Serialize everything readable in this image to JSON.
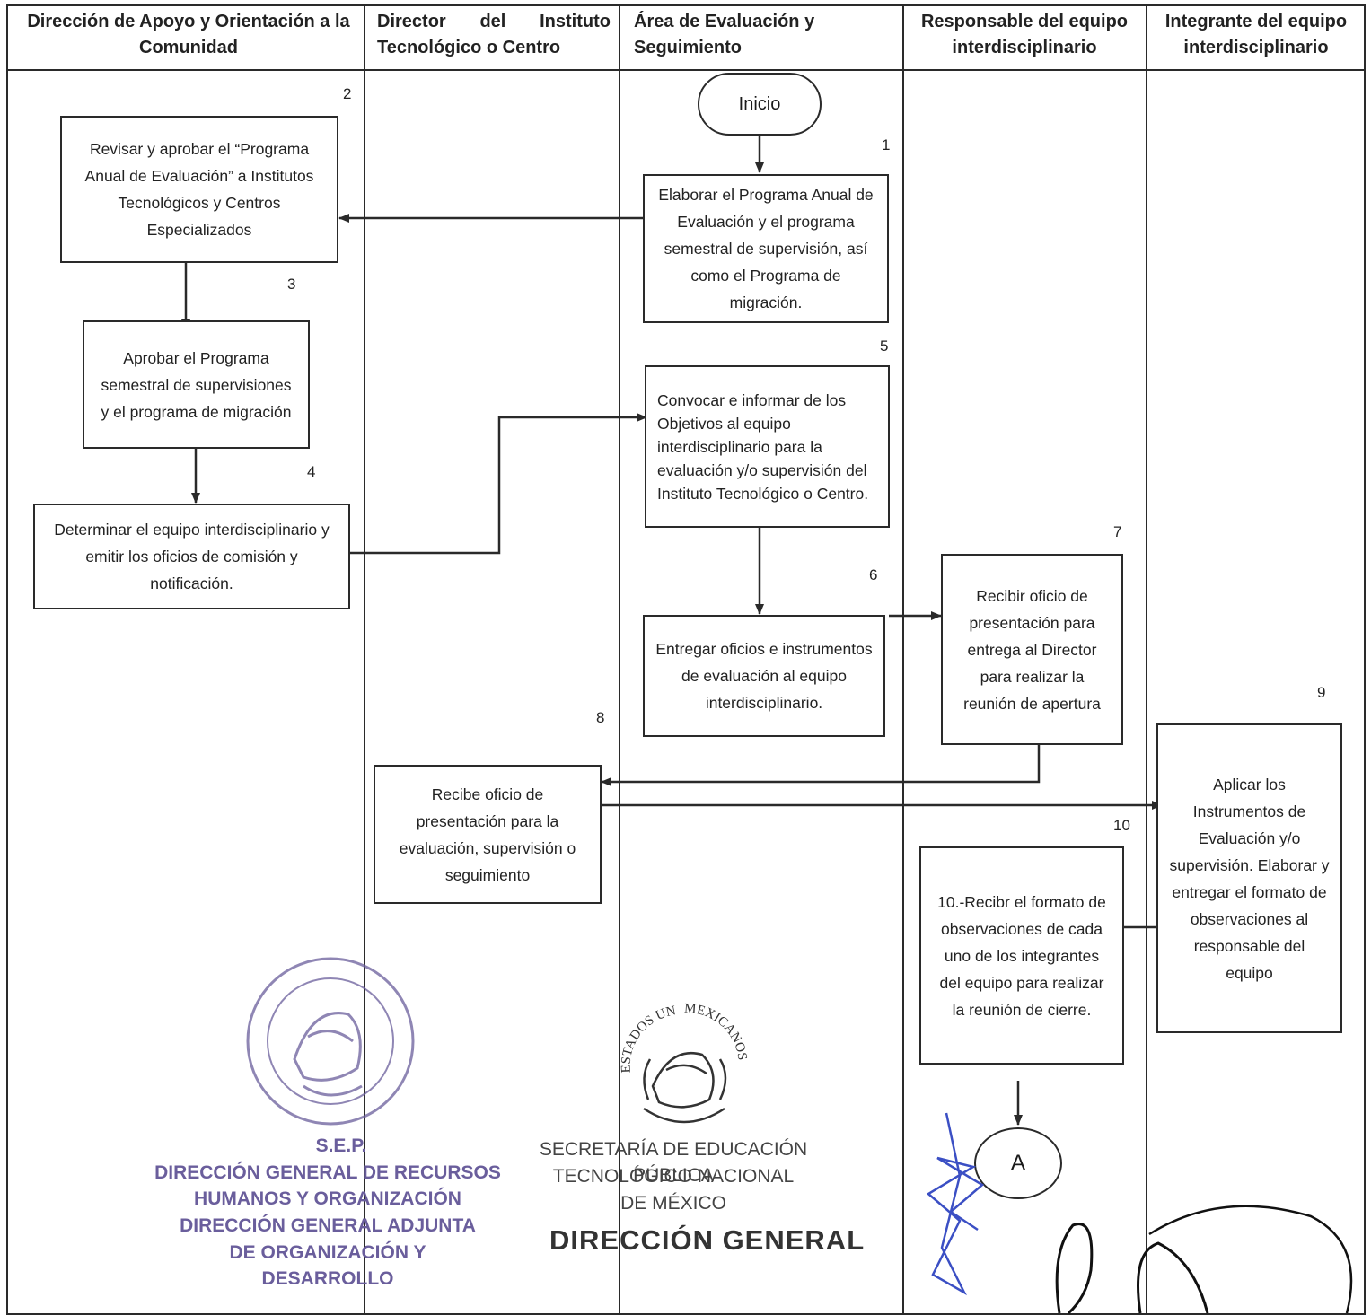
{
  "lanes": [
    {
      "id": "dac",
      "header": "Dirección de Apoyo  y Orientación a la Comunidad"
    },
    {
      "id": "dir",
      "header": "Director     del     Instituto Tecnológico o Centro"
    },
    {
      "id": "aes",
      "header": "Área de Evaluación y Seguimiento"
    },
    {
      "id": "rei",
      "header": "Responsable del equipo interdisciplinario"
    },
    {
      "id": "iei",
      "header": "Integrante del equipo interdisciplinario"
    }
  ],
  "start": {
    "label": "Inicio"
  },
  "steps": [
    {
      "num": "1",
      "text": "Elaborar el  Programa Anual de Evaluación y el programa semestral de supervisión, así como el Programa de migración."
    },
    {
      "num": "2",
      "text": "Revisar y aprobar el “Programa Anual de Evaluación” a Institutos Tecnológicos  y Centros Especializados"
    },
    {
      "num": "3",
      "text": "Aprobar el Programa semestral de supervisiones y el programa de migración"
    },
    {
      "num": "4",
      "text": "Determinar el equipo interdisciplinario y emitir los oficios de comisión y notificación."
    },
    {
      "num": "5",
      "text": "Convocar  e informar  de los Objetivos al equipo interdisciplinario  para la evaluación y/o supervisión del Instituto Tecnológico o Centro."
    },
    {
      "num": "6",
      "text": "Entregar oficios e instrumentos de evaluación al equipo interdisciplinario."
    },
    {
      "num": "7",
      "text": "Recibir  oficio de presentación para entrega al Director para realizar la reunión de apertura"
    },
    {
      "num": "8",
      "text": "Recibe oficio de presentación  para la evaluación, supervisión o seguimiento"
    },
    {
      "num": "9",
      "text": "Aplicar los Instrumentos de Evaluación y/o supervisión. Elaborar y entregar el formato de observaciones al responsable del equipo"
    },
    {
      "num": "10",
      "text": "10.-Recibr el formato de observaciones de cada uno de los integrantes del equipo para realizar la reunión de cierre."
    }
  ],
  "connector": {
    "label": "A"
  },
  "stamp_left": {
    "lines": [
      "S.E.P.",
      "DIRECCIÓN GENERAL DE RECURSOS",
      "HUMANOS Y ORGANIZACIÓN",
      "DIRECCIÓN GENERAL ADJUNTA",
      "DE ORGANIZACIÓN Y DESARROLLO"
    ]
  },
  "seal_right": {
    "arc_left": "ESTADOS UN",
    "arc_right": "MEXICANOS",
    "lines": [
      "SECRETARÍA DE EDUCACIÓN PÚBLICA",
      "TECNOLÓGICO NACIONAL",
      "DE MÉXICO"
    ],
    "title": "DIRECCIÓN GENERAL"
  },
  "colors": {
    "ink": "#2a2a2a",
    "stamp": "#6a5e9c",
    "signature": "#3b4fc4"
  }
}
